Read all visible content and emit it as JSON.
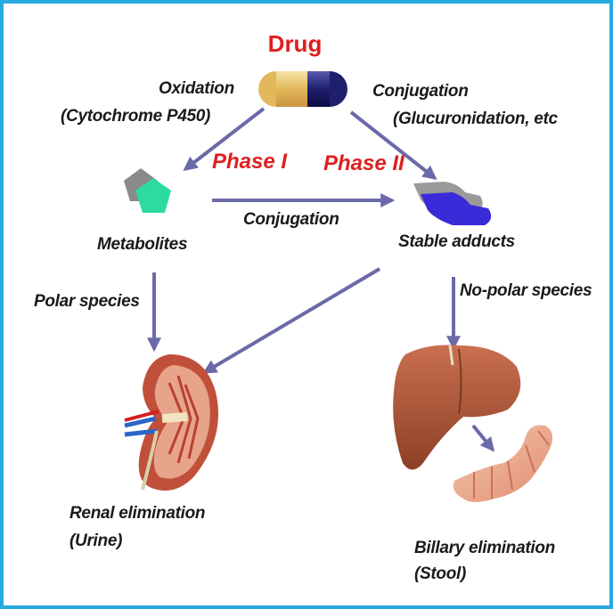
{
  "title": "Drug",
  "phase1": "Phase I",
  "phase2": "Phase II",
  "oxidation": {
    "line1": "Oxidation",
    "line2": "(Cytochrome P450)"
  },
  "conjugation_top": {
    "line1": "Conjugation",
    "line2": "(Glucuronidation, etc"
  },
  "conjugation_mid": "Conjugation",
  "metabolites": "Metabolites",
  "stable_adducts": "Stable adducts",
  "polar_species": "Polar species",
  "nonpolar_species": "No-polar species",
  "renal": {
    "line1": "Renal elimination",
    "line2": "(Urine)"
  },
  "billary": {
    "line1": "Billary elimination",
    "line2": "(Stool)"
  },
  "colors": {
    "border": "#29a9e1",
    "arrow": "#6a6aa8",
    "title": "#e11d1d",
    "phase": "#dd2020",
    "capsule_left": "#e8c46a",
    "capsule_right": "#1f1f6e",
    "metabolite": "#2ddba0",
    "adduct": "#3a2bd8",
    "organ": "#b85a3a"
  }
}
